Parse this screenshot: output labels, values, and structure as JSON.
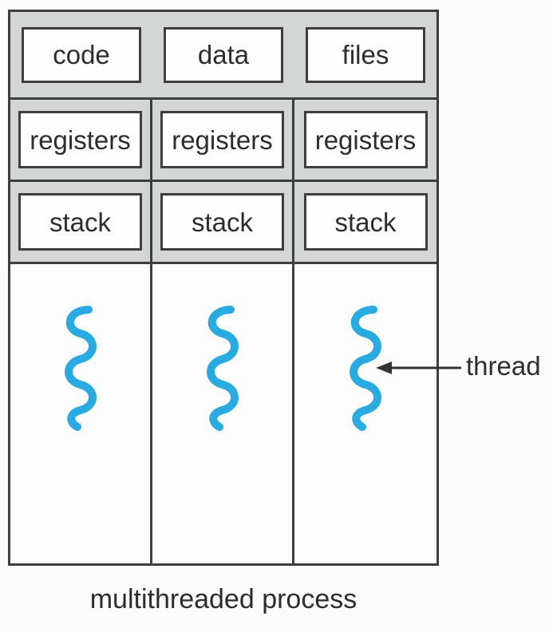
{
  "caption": "multithreaded process",
  "shared_resources": [
    "code",
    "data",
    "files"
  ],
  "threads": [
    {
      "registers": "registers",
      "stack": "stack"
    },
    {
      "registers": "registers",
      "stack": "stack"
    },
    {
      "registers": "registers",
      "stack": "stack"
    }
  ],
  "annotation": {
    "label": "thread"
  },
  "colors": {
    "band_gray": "#d4d6d5",
    "border_dark": "#3e3e3e",
    "box_white": "#fefefe",
    "thread_squiggle": "#29abe2",
    "text": "#2d2d2d",
    "page_bg": "#fbfbfb"
  }
}
